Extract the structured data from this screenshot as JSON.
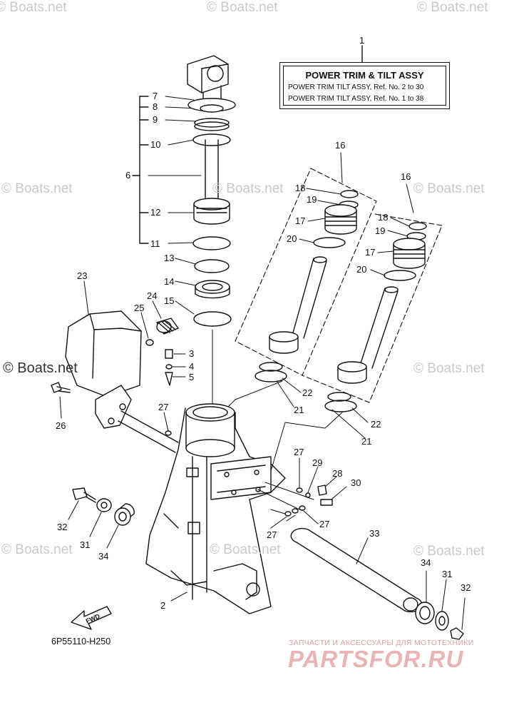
{
  "watermarks": [
    "© Boats.net",
    "© Boats.net",
    "© Boats.net",
    "© Boats.net",
    "© Boats.net",
    "© Boats.net",
    "© Boats.net",
    "© Boats.net",
    "© Boats.net",
    "© Boats.net",
    "© Boats.net"
  ],
  "title_box": {
    "title": "POWER TRIM & TILT ASSY",
    "line1": "POWER TRIM TILT ASSY,  Ref. No. 2 to 30",
    "line2": "POWER TRIM TILT ASSY,  Ref. No. 1 to 38"
  },
  "callouts": [
    "1",
    "2",
    "3",
    "4",
    "5",
    "6",
    "7",
    "8",
    "9",
    "10",
    "11",
    "12",
    "13",
    "14",
    "15",
    "16",
    "16",
    "17",
    "17",
    "18",
    "18",
    "19",
    "19",
    "20",
    "20",
    "21",
    "21",
    "22",
    "22",
    "23",
    "24",
    "25",
    "26",
    "27",
    "27",
    "27",
    "27",
    "28",
    "29",
    "30",
    "31",
    "31",
    "32",
    "32",
    "33",
    "34",
    "34"
  ],
  "fwd_label": "FWD",
  "diagram_code": "6P55110-H250",
  "brand": {
    "tagline": "ЗАПЧАСТИ И АКСЕССУАРЫ ДЛЯ МОТОТЕХНИКИ",
    "name": "PARTSFOR.RU"
  }
}
